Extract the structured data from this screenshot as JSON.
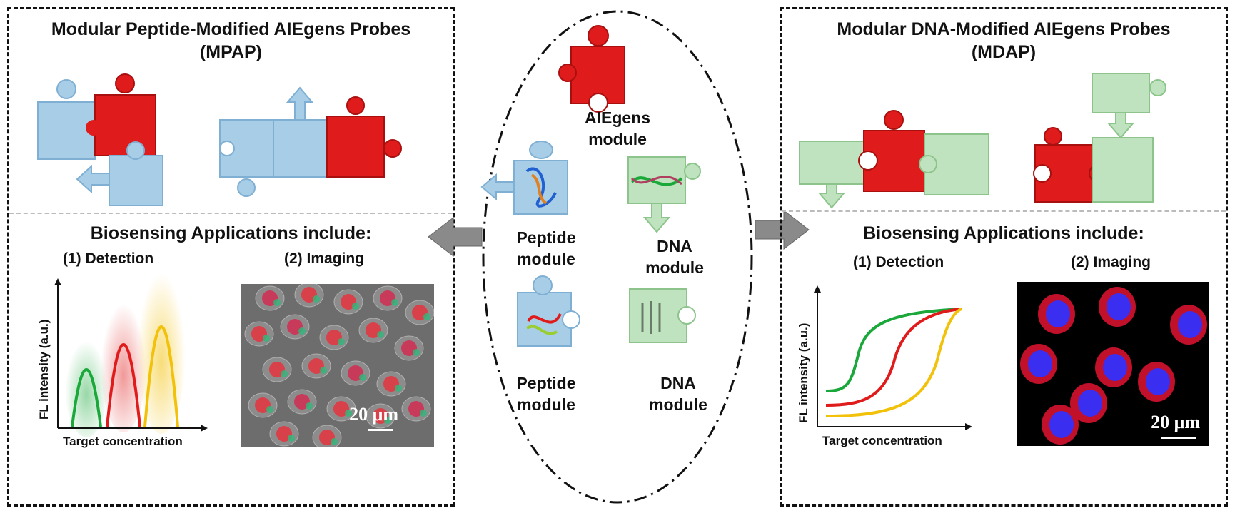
{
  "left": {
    "title_line1": "Modular Peptide-Modified AIEgens Probes",
    "title_line2": "(MPAP)",
    "subhead": "Biosensing Applications include:",
    "detection_label": "(1) Detection",
    "imaging_label": "(2) Imaging",
    "plot_ylabel": "FL intensity (a.u.)",
    "plot_xlabel": "Target concentration",
    "scale_bar": "20 μm"
  },
  "center": {
    "aiegens_module": "AIEgens\nmodule",
    "peptide_module_1": "Peptide\nmodule",
    "dna_module_1": "DNA\nmodule",
    "peptide_module_2": "Peptide\nmodule",
    "dna_module_2": "DNA\nmodule"
  },
  "right": {
    "title_line1": "Modular DNA-Modified AIEgens Probes",
    "title_line2": "(MDAP)",
    "subhead": "Biosensing Applications include:",
    "detection_label": "(1) Detection",
    "imaging_label": "(2) Imaging",
    "plot_ylabel": "FL intensity (a.u.)",
    "plot_xlabel": "Target concentration",
    "scale_bar": "20 μm"
  },
  "colors": {
    "aiegens_red": "#e01b1b",
    "peptide_blue": "#a8cde6",
    "dna_green": "#bfe3bf",
    "green_curve": "#1aa83a",
    "red_curve": "#e01b1b",
    "yellow_curve": "#f2c10a",
    "arrow_gray": "#8a8a8a"
  }
}
